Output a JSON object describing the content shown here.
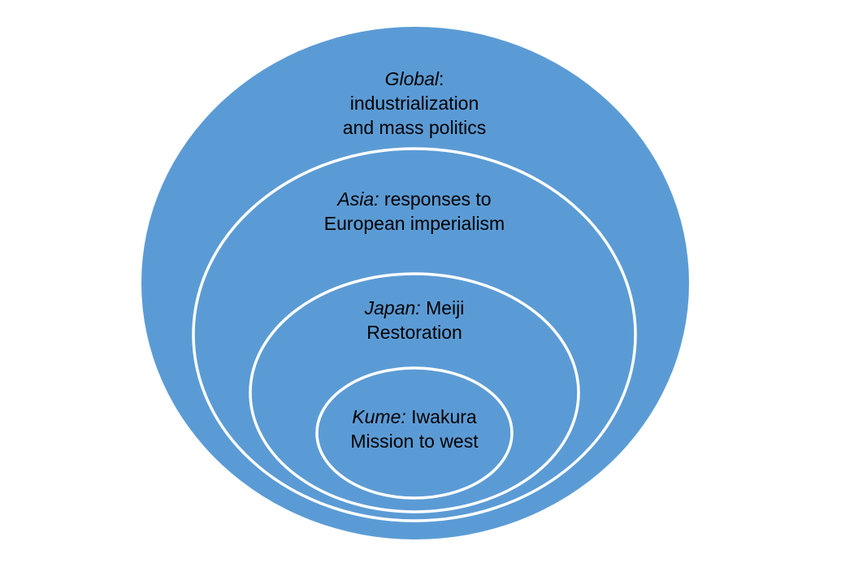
{
  "diagram": {
    "type": "nested-circles",
    "fill_color": "#5B9BD5",
    "ring_color": "#FFFFFF",
    "levels": [
      {
        "key": "global",
        "title": "Global",
        "title_suffix": ":",
        "lines": [
          "industrialization",
          "and mass politics"
        ]
      },
      {
        "key": "asia",
        "title": "Asia:",
        "first_line_rest": " responses to",
        "lines": [
          "European imperialism"
        ]
      },
      {
        "key": "japan",
        "title": "Japan:",
        "first_line_rest": " Meiji",
        "lines": [
          "Restoration"
        ]
      },
      {
        "key": "kume",
        "title": "Kume:",
        "first_line_rest": " Iwakura",
        "lines": [
          "Mission to west"
        ]
      }
    ]
  }
}
